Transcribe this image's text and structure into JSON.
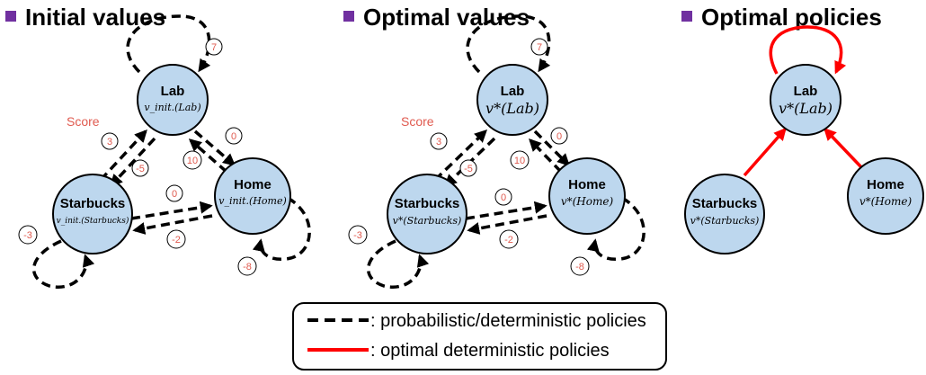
{
  "panels": [
    {
      "title": "Initial values",
      "score_label": "Score",
      "nodes": {
        "lab": {
          "name": "Lab",
          "value": "v_init.(Lab)"
        },
        "home": {
          "name": "Home",
          "value": "v_init.(Home)"
        },
        "starbucks": {
          "name": "Starbucks",
          "value": "v_init.(Starbucks)"
        }
      },
      "rewards": {
        "lab_self": "7",
        "starbucks_to_lab": "3",
        "lab_to_starbucks": "-5",
        "lab_to_home": "0",
        "home_to_lab": "10",
        "starbucks_to_home": "0",
        "home_to_starbucks": "-2",
        "starbucks_self": "-3",
        "home_self": "-8"
      }
    },
    {
      "title": "Optimal values",
      "score_label": "Score",
      "nodes": {
        "lab": {
          "name": "Lab",
          "value": "v*(Lab)"
        },
        "home": {
          "name": "Home",
          "value": "v*(Home)"
        },
        "starbucks": {
          "name": "Starbucks",
          "value": "v*(Starbucks)"
        }
      },
      "rewards": {
        "lab_self": "7",
        "starbucks_to_lab": "3",
        "lab_to_starbucks": "-5",
        "lab_to_home": "0",
        "home_to_lab": "10",
        "starbucks_to_home": "0",
        "home_to_starbucks": "-2",
        "starbucks_self": "-3",
        "home_self": "-8"
      }
    },
    {
      "title": "Optimal policies",
      "nodes": {
        "lab": {
          "name": "Lab",
          "value": "v*(Lab)"
        },
        "home": {
          "name": "Home",
          "value": "v*(Home)"
        },
        "starbucks": {
          "name": "Starbucks",
          "value": "v*(Starbucks)"
        }
      }
    }
  ],
  "legend": {
    "dashed": ": probabilistic/deterministic policies",
    "solid": ": optimal deterministic policies"
  },
  "colors": {
    "node_fill": "#bdd7ee",
    "bullet": "#7030a0",
    "reward_text": "#e05a4f",
    "optimal_arrow": "#ff0000"
  }
}
